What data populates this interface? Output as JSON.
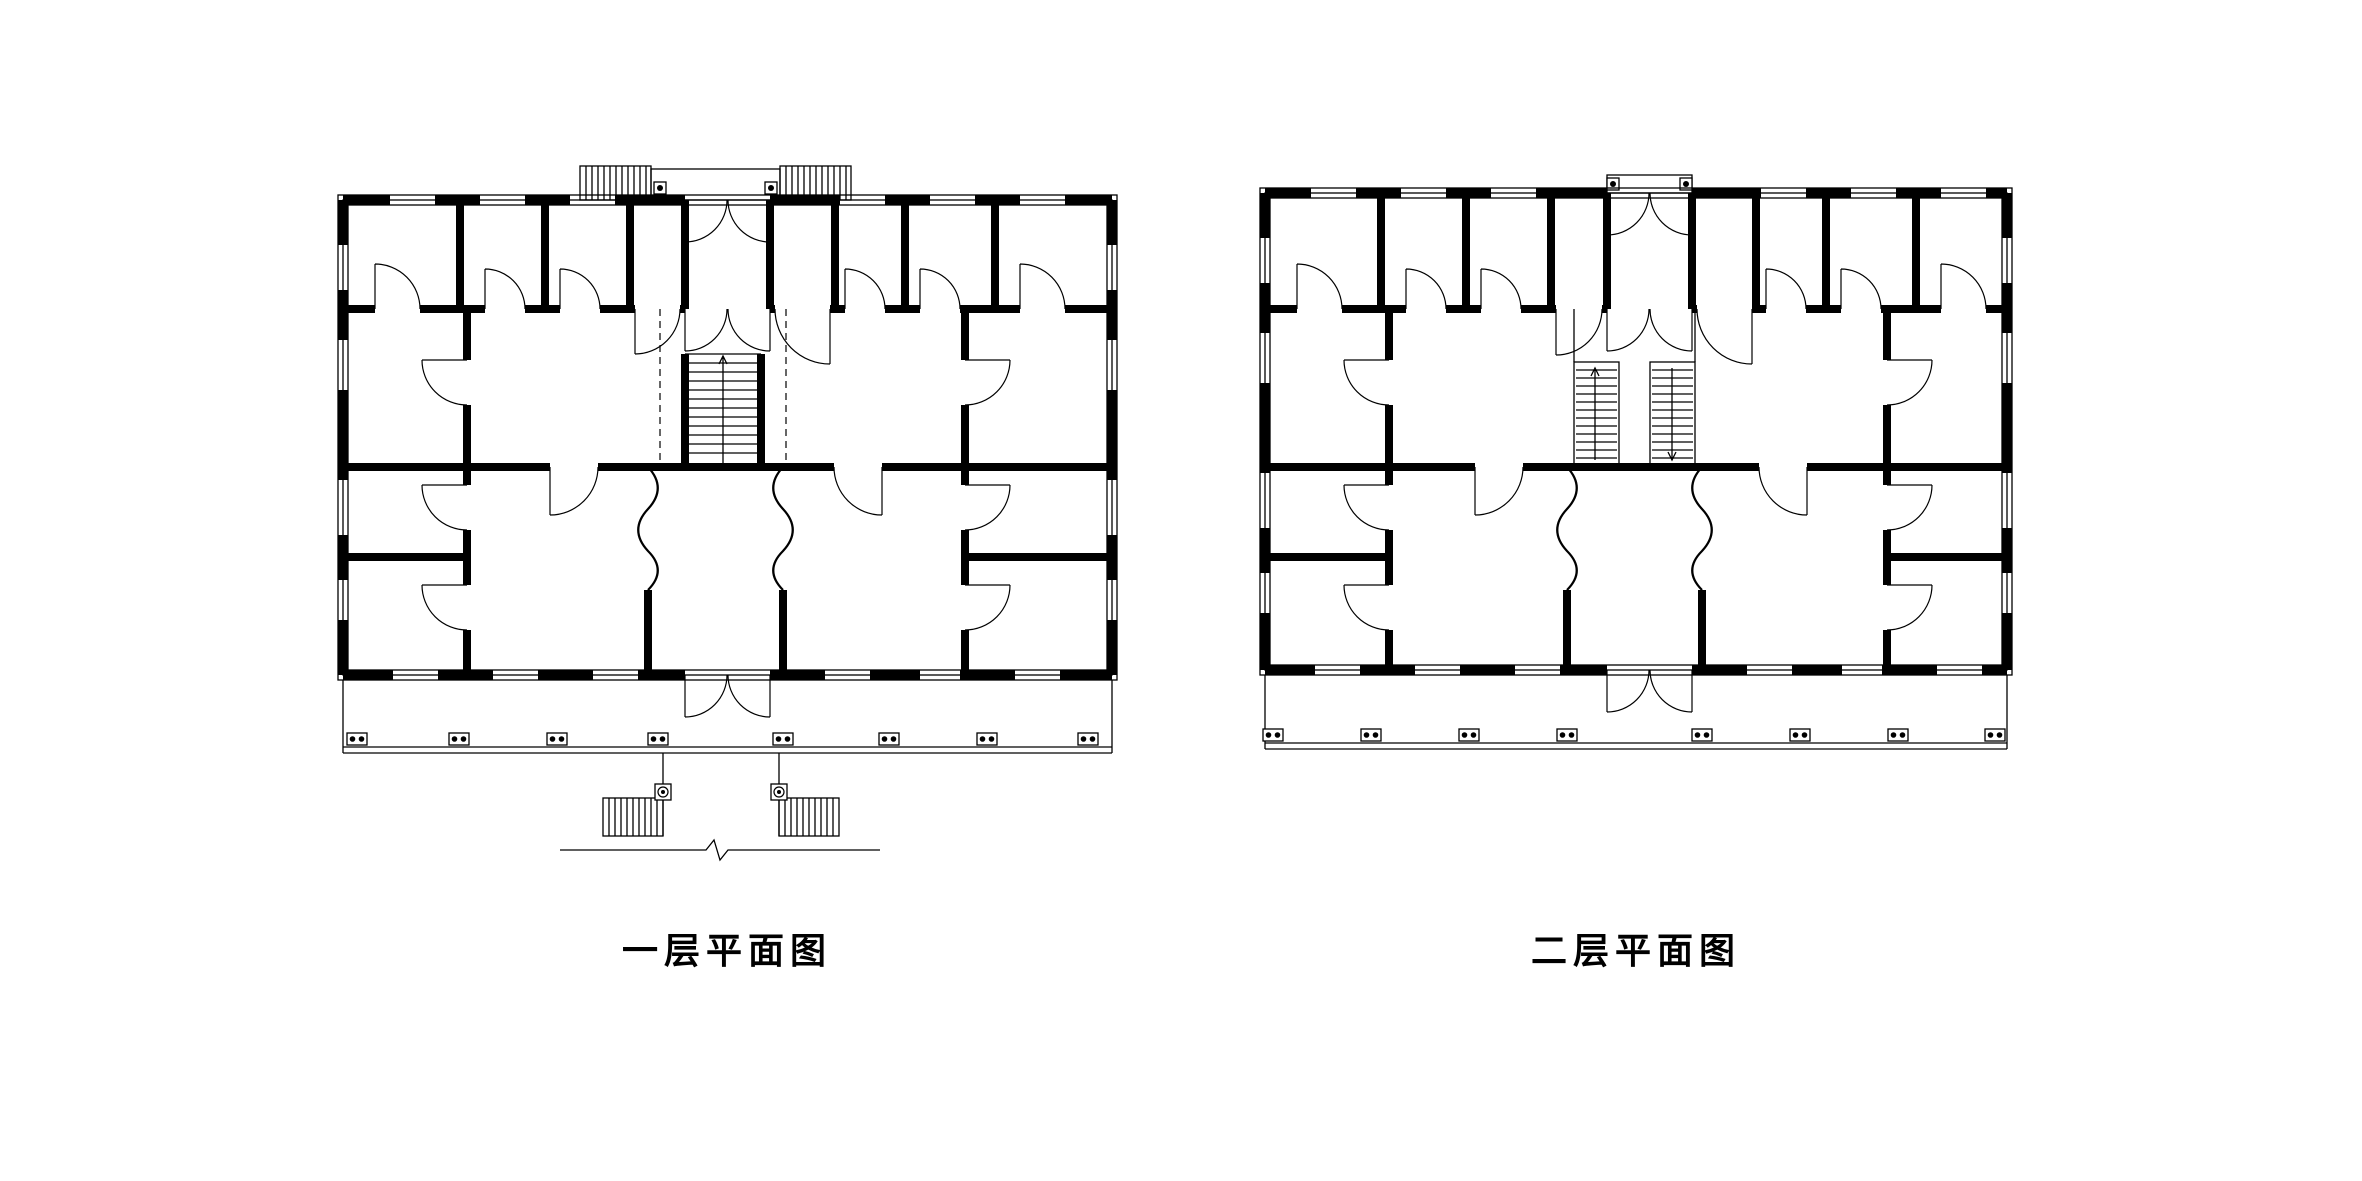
{
  "page": {
    "background_color": "#ffffff",
    "ink_color": "#000000"
  },
  "plans": [
    {
      "id": "first-floor-plan",
      "caption": "一层平面图"
    },
    {
      "id": "second-floor-plan",
      "caption": "二层平面图"
    }
  ]
}
